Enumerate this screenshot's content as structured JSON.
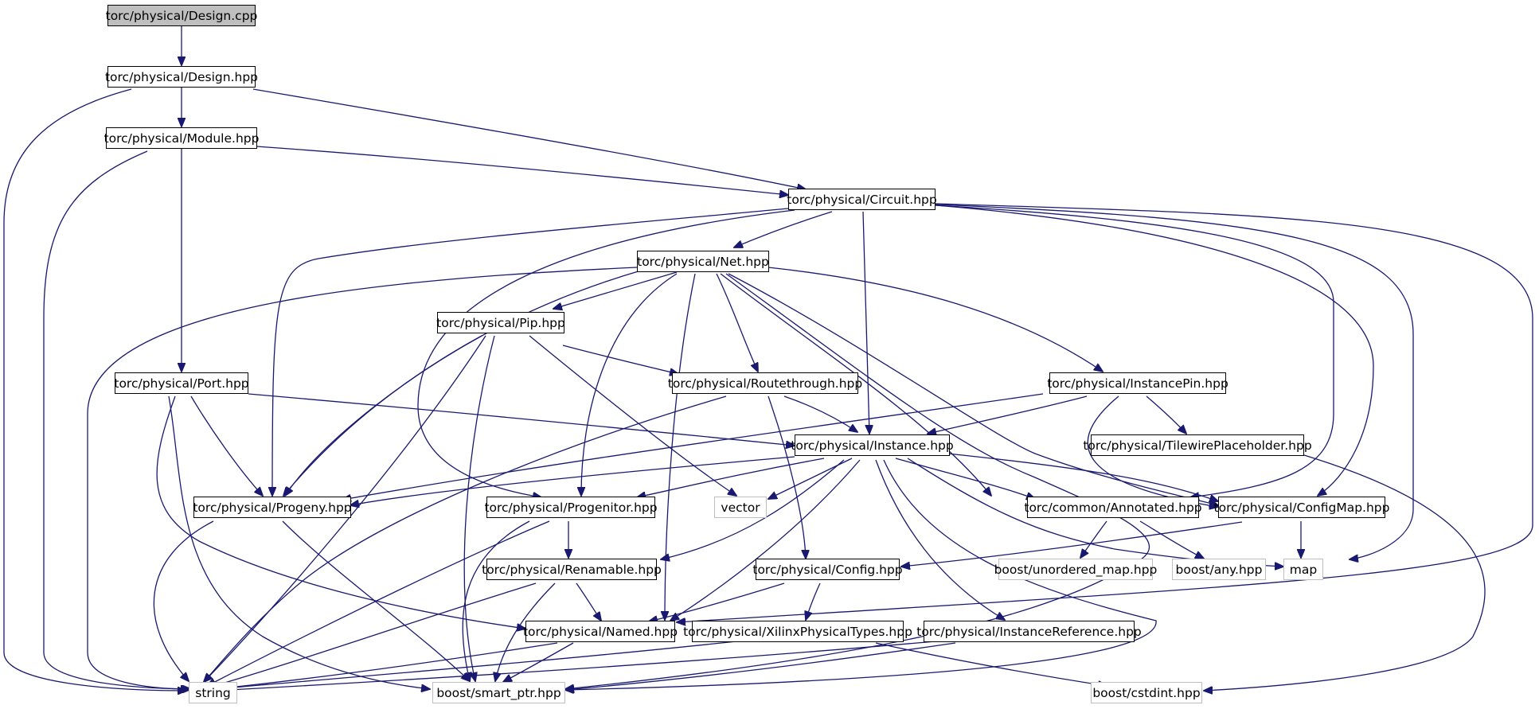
{
  "colors": {
    "edge": "#191970",
    "root_fill": "#bfbfbf",
    "node_border": "#000000",
    "external_border": "#bfbfbf"
  },
  "nodes": {
    "design_cpp": "torc/physical/Design.cpp",
    "design_hpp": "torc/physical/Design.hpp",
    "module_hpp": "torc/physical/Module.hpp",
    "circuit_hpp": "torc/physical/Circuit.hpp",
    "net_hpp": "torc/physical/Net.hpp",
    "pip_hpp": "torc/physical/Pip.hpp",
    "port_hpp": "torc/physical/Port.hpp",
    "routethrough_hpp": "torc/physical/Routethrough.hpp",
    "instancepin_hpp": "torc/physical/InstancePin.hpp",
    "instance_hpp": "torc/physical/Instance.hpp",
    "tilewireplaceholder_hpp": "torc/physical/TilewirePlaceholder.hpp",
    "progeny_hpp": "torc/physical/Progeny.hpp",
    "progenitor_hpp": "torc/physical/Progenitor.hpp",
    "vector": "vector",
    "annotated_hpp": "torc/common/Annotated.hpp",
    "configmap_hpp": "torc/physical/ConfigMap.hpp",
    "renamable_hpp": "torc/physical/Renamable.hpp",
    "config_hpp": "torc/physical/Config.hpp",
    "unordered_map_hpp": "boost/unordered_map.hpp",
    "any_hpp": "boost/any.hpp",
    "map": "map",
    "named_hpp": "torc/physical/Named.hpp",
    "xilinxphysicaltypes_hpp": "torc/physical/XilinxPhysicalTypes.hpp",
    "instancereference_hpp": "torc/physical/InstanceReference.hpp",
    "string": "string",
    "smart_ptr_hpp": "boost/smart_ptr.hpp",
    "cstdint_hpp": "boost/cstdint.hpp"
  }
}
